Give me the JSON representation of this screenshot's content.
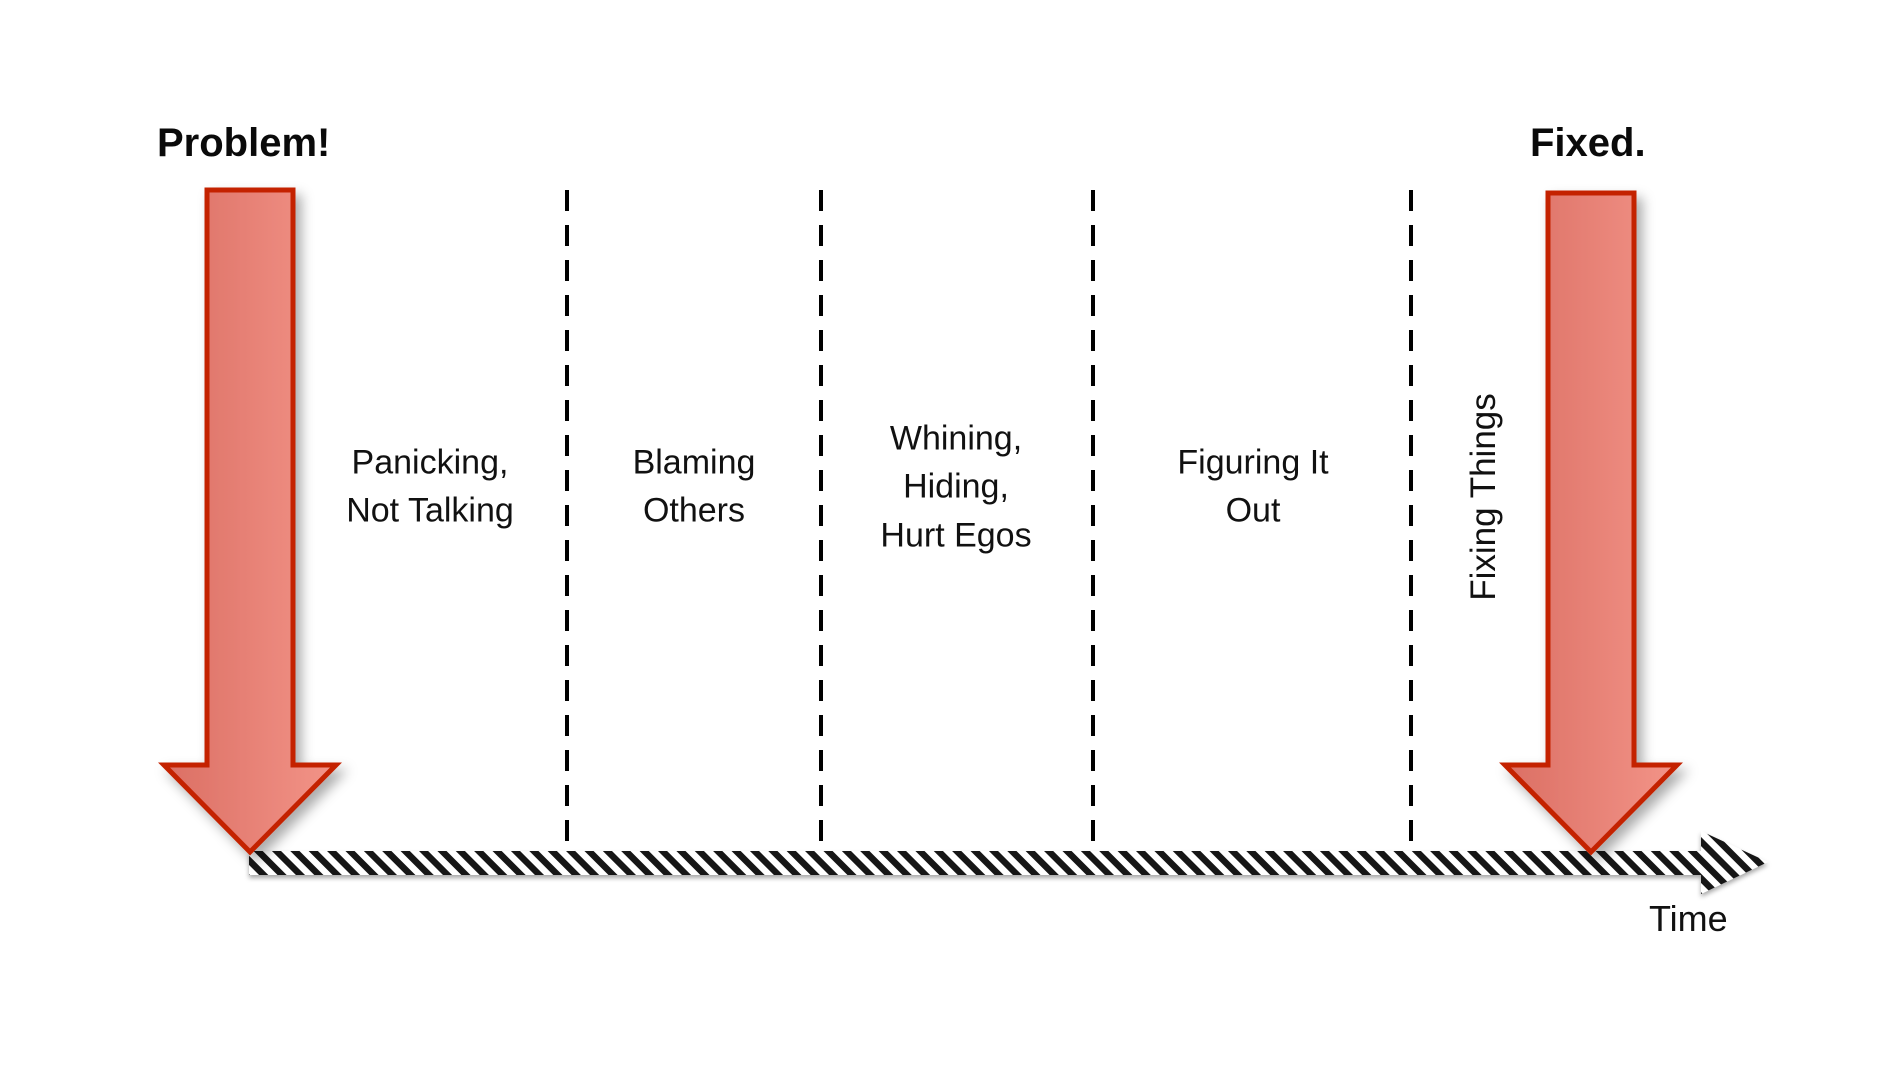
{
  "diagram": {
    "start_title": "Problem!",
    "end_title": "Fixed.",
    "time_axis_label": "Time",
    "phases": [
      {
        "lines": [
          "Panicking,",
          "Not Talking"
        ]
      },
      {
        "lines": [
          "Blaming",
          "Others"
        ]
      },
      {
        "lines": [
          "Whining,",
          "Hiding,",
          "Hurt Egos"
        ]
      },
      {
        "lines": [
          "Figuring It",
          "Out"
        ]
      },
      {
        "lines": [
          "Fixing Things"
        ]
      }
    ],
    "colors": {
      "arrow_fill_dark": "#DB6F64",
      "arrow_fill_light": "#F39488",
      "arrow_border": "#C42205",
      "line_color": "#000000",
      "hatch_color": "#161616",
      "text_color": "#111111",
      "background": "#FFFFFF"
    }
  }
}
